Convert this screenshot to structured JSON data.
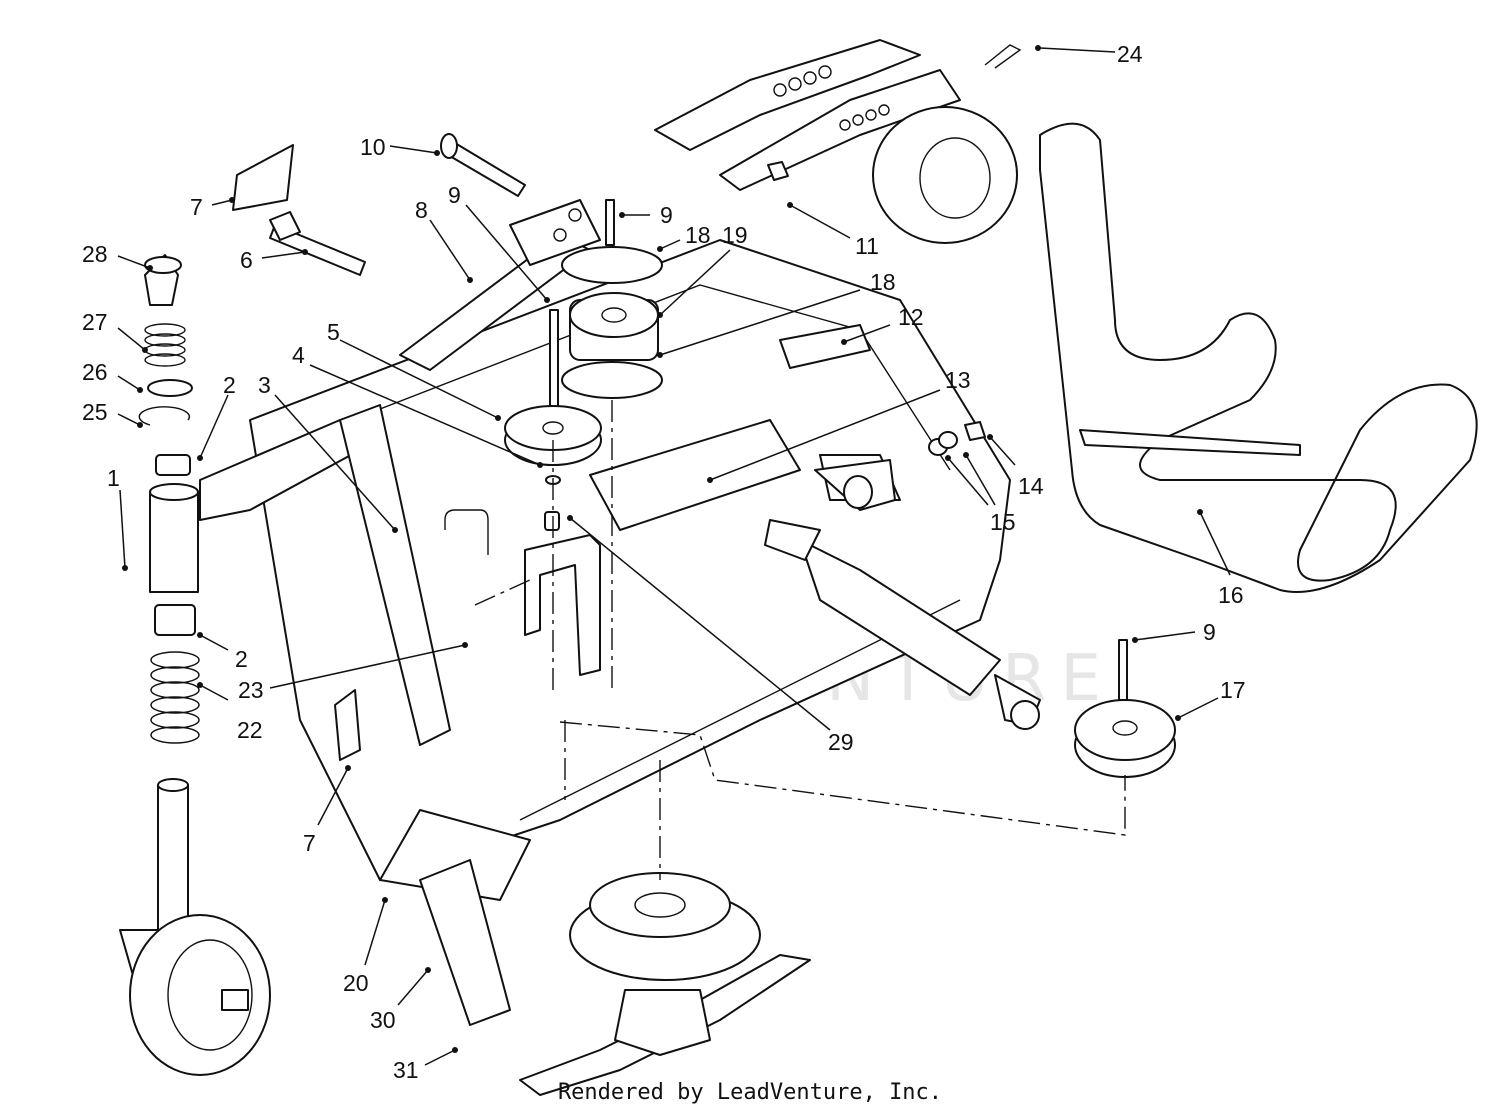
{
  "watermark": "LEADVENTURE",
  "footer": "Rendered by LeadVenture, Inc.",
  "callouts": {
    "c1": "1",
    "c2a": "2",
    "c2b": "2",
    "c3": "3",
    "c4": "4",
    "c5": "5",
    "c6": "6",
    "c7a": "7",
    "c7b": "7",
    "c8": "8",
    "c9a": "9",
    "c9b": "9",
    "c9c": "9",
    "c10": "10",
    "c11": "11",
    "c12": "12",
    "c13": "13",
    "c14": "14",
    "c15": "15",
    "c16": "16",
    "c17": "17",
    "c18a": "18",
    "c18b": "18",
    "c19": "19",
    "c20": "20",
    "c22": "22",
    "c23": "23",
    "c24": "24",
    "c25": "25",
    "c26": "26",
    "c27": "27",
    "c28": "28",
    "c29": "29",
    "c30": "30",
    "c31": "31"
  }
}
